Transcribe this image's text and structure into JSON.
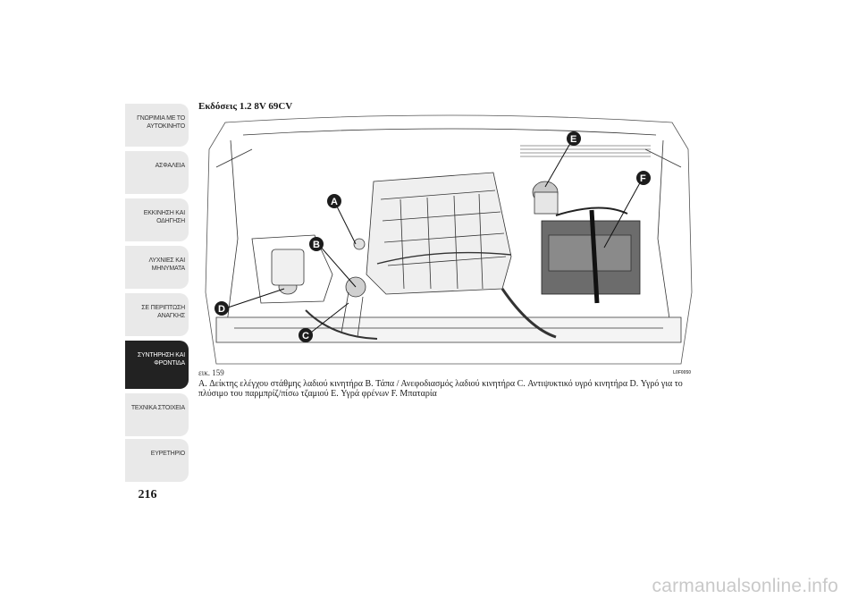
{
  "sidebar": {
    "tabs": [
      {
        "label": "ΓΝΩΡΙΜΙΑ ΜΕ ΤΟ\nΑΥΤΟΚΙΝΗΤΟ",
        "active": false
      },
      {
        "label": "ΑΣΦΑΛΕΙΑ",
        "active": false
      },
      {
        "label": "ΕΚΚΙΝΗΣΗ ΚΑΙ\nΟΔΗΓΗΣΗ",
        "active": false
      },
      {
        "label": "ΛΥΧΝΙΕΣ ΚΑΙ\nΜΗΝΥΜΑΤΑ",
        "active": false
      },
      {
        "label": "ΣΕ ΠΕΡΙΠΤΩΣΗ\nΑΝΑΓΚΗΣ",
        "active": false
      },
      {
        "label": "ΣΥΝΤΗΡΗΣΗ ΚΑΙ\nΦΡΟΝΤΙΔΑ",
        "active": true
      },
      {
        "label": "ΤΕΧΝΙΚΑ ΣΤΟΙΧΕΙΑ",
        "active": false
      },
      {
        "label": "ΕΥΡΕΤΗΡΙΟ",
        "active": false
      }
    ]
  },
  "page_number": "216",
  "section_title": "Εκδόσεις 1.2 8V 69CV",
  "figure": {
    "caption": "εικ. 159",
    "code": "L0F0050",
    "callouts": [
      "A",
      "B",
      "C",
      "D",
      "E",
      "F"
    ]
  },
  "legend_text": "A. Δείκτης ελέγχου στάθμης λαδιού κινητήρα B. Τάπα / Ανεφοδιασμός λαδιού κινητήρα C. Αντιψυκτικό υγρό κινητήρα D. Υγρό για το πλύσιμο του παρμπρίζ/πίσω τζαμιού E. Υγρά φρένων F. Μπαταρία",
  "watermark": "carmanualsonline.info"
}
